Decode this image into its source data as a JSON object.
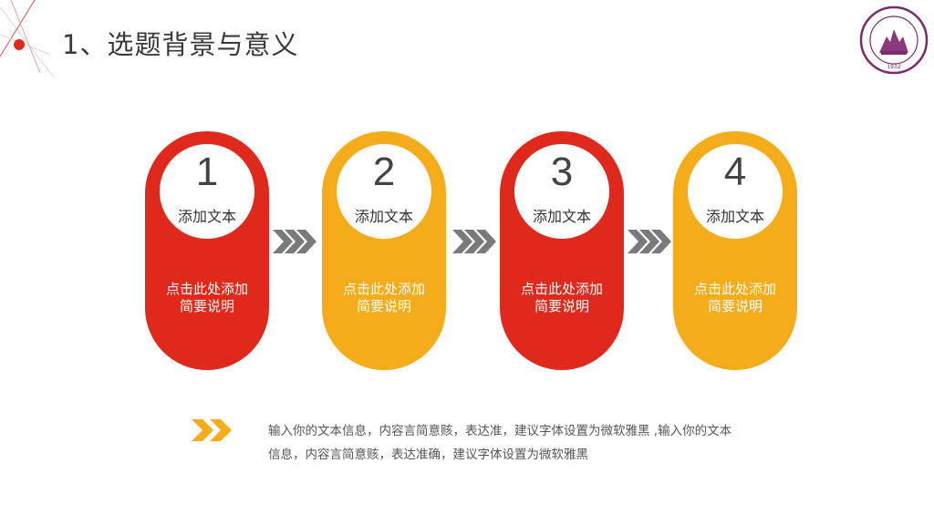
{
  "header": {
    "title": "1、选题背景与意义"
  },
  "logo": {
    "year": "1932",
    "icon": "university-seal-icon"
  },
  "colors": {
    "red": "#E0291D",
    "yellow": "#F5AC1B",
    "arrow_grey": "#7A7A7A",
    "title": "#3A3A3A"
  },
  "steps": [
    {
      "num": "1",
      "label": "添加文本",
      "desc1": "点击此处添加",
      "desc2": "简要说明"
    },
    {
      "num": "2",
      "label": "添加文本",
      "desc1": "点击此处添加",
      "desc2": "简要说明"
    },
    {
      "num": "3",
      "label": "添加文本",
      "desc1": "点击此处添加",
      "desc2": "简要说明"
    },
    {
      "num": "4",
      "label": "添加文本",
      "desc1": "点击此处添加",
      "desc2": "简要说明"
    }
  ],
  "body": {
    "line1": "输入你的文本信息，内容言简意赅，表达准，建议字体设置为微软雅黑 ,输入你的文本",
    "line2": "信息，内容言简意赅，表达准确，建议字体设置为微软雅黑"
  }
}
